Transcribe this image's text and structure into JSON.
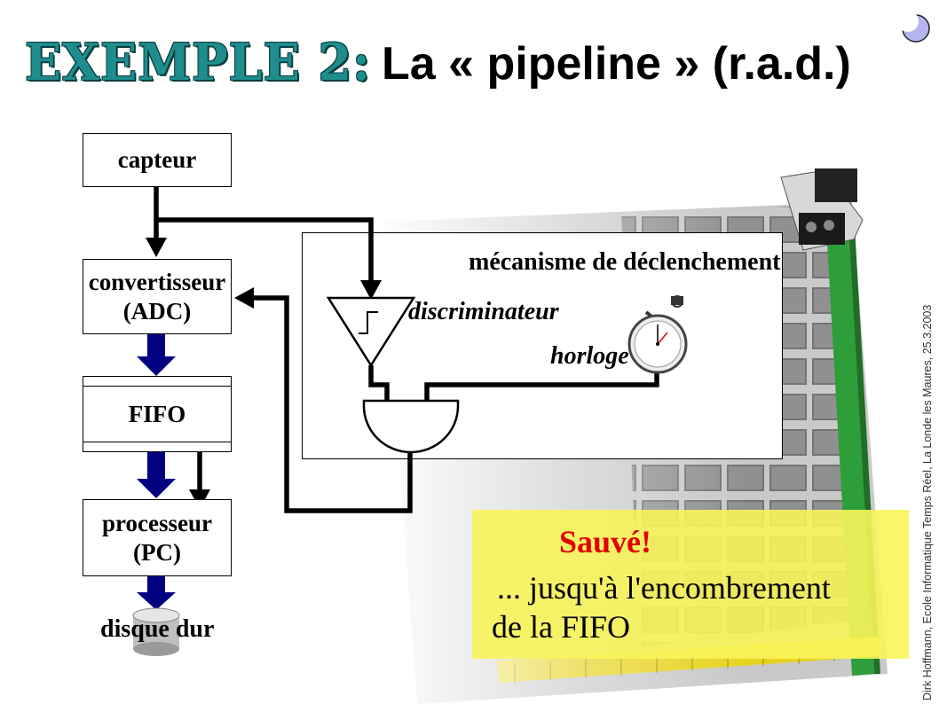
{
  "title": {
    "emphasis": "EXEMPLE 2:",
    "rest": "La « pipeline » (r.a.d.)"
  },
  "diagram": {
    "capteur": "capteur",
    "convertisseur": [
      "convertisseur",
      "(ADC)"
    ],
    "fifo": "FIFO",
    "processeur": [
      "processeur",
      "(PC)"
    ],
    "disque": "disque dur",
    "mecanisme": "mécanisme de déclenchement",
    "discriminateur": "discriminateur",
    "horloge": "horloge"
  },
  "note": {
    "headline": "Sauvé!",
    "line1": "... jusqu'à l'encombrement",
    "line2": "de la FIFO"
  },
  "footer": "Dirk Hoffmann, Ecole Informatique Temps Réel, La Londe les Maures, 25.3.2003",
  "colors": {
    "title_teal": "#1f8d8d",
    "arrow_navy": "#000080",
    "note_yellow": "#f8f45a",
    "note_red": "#e00000",
    "pcb_green": "#2e9e3a"
  },
  "icons": {
    "logo": "crescent-moon-icon",
    "clock": "stopwatch-icon",
    "disk": "cylinder-icon"
  }
}
